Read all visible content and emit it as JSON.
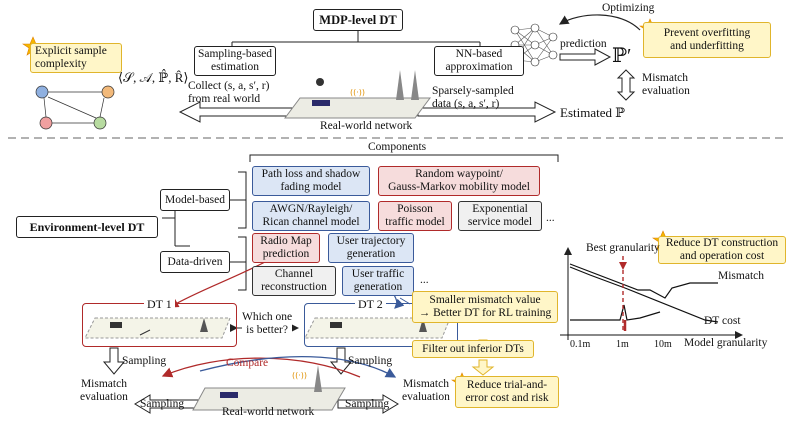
{
  "top": {
    "mdp_title": "MDP-level DT",
    "sampling_estimation": "Sampling-based\nestimation",
    "nn_approximation": "NN-based\napproximation",
    "optimizing": "Optimizing",
    "prediction": "prediction",
    "p_prime": "ℙ′",
    "prevent": "Prevent overfitting\nand underfitting",
    "mismatch_eval": "Mismatch\nevaluation",
    "explicit": "Explicit sample\ncomplexity",
    "tuple": "⟨𝒮, 𝒜, ℙ̂, R̂⟩",
    "collect": "Collect (s, a, s′, r)\nfrom real world",
    "real_network": "Real-world network",
    "sparse": "Sparsely-sampled\ndata  (s, a, s′, r)",
    "estimated": "Estimated ℙ"
  },
  "bottom": {
    "components_title": "Components",
    "model_based": "Model-based",
    "data_driven": "Data-driven",
    "env_title": "Environment-level DT",
    "path_loss": "Path loss and shadow\nfading model",
    "random_waypoint": "Random waypoint/\nGauss-Markov mobility model",
    "awgn": "AWGN/Rayleigh/\nRican channel model",
    "poisson": "Poisson\ntraffic model",
    "exponential": "Exponential\nservice model",
    "ellipsis1": "...",
    "radio_map": "Radio Map\nprediction",
    "user_traj": "User trajectory\ngeneration",
    "channel_recon": "Channel\nreconstruction",
    "user_traffic": "User traffic\ngeneration",
    "ellipsis2": "...",
    "dt1": "DT 1",
    "dt2": "DT 2",
    "which": "Which one\nis better?",
    "compare": "Compare",
    "sampling_l": "Sampling",
    "sampling_r": "Sampling",
    "sampling_bl": "Sampling",
    "sampling_br": "Sampling",
    "mismatch_l": "Mismatch\nevaluation",
    "mismatch_r": "Mismatch\nevaluation",
    "real_network": "Real-world network",
    "smaller": "Smaller mismatch value\n→ Better DT for RL training",
    "filter": "Filter out inferior DTs",
    "reduce_trial": "Reduce trial-and-\nerror cost and risk",
    "reduce_cost": "Reduce DT construction\nand operation cost",
    "best_gran": "Best granularity",
    "mismatch_curve": "Mismatch",
    "dt_cost": "DT cost",
    "tick_01": "0.1m",
    "tick_1": "1m",
    "tick_10": "10m",
    "model_gran": "Model granularity"
  },
  "colors": {
    "blue": "#dce6f5",
    "red": "#f6dcdc",
    "yellow": "#fff6c8",
    "star": "#f5b800"
  }
}
